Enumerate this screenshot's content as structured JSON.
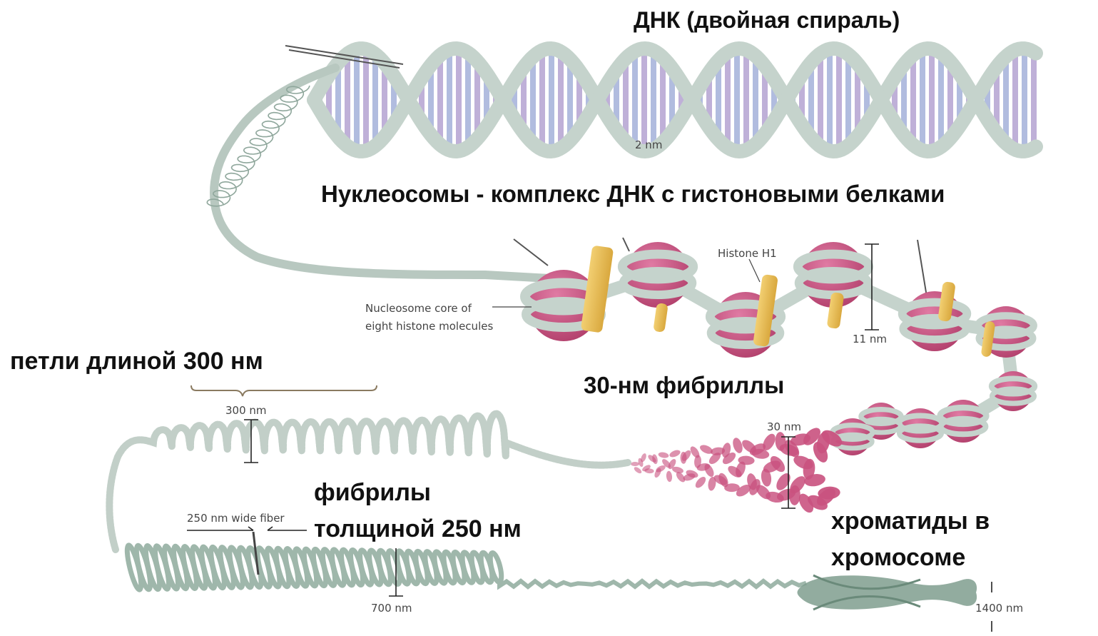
{
  "titles": {
    "dna": "ДНК (двойная спираль)",
    "nucleosomes": "Нуклеосомы - комплекс ДНК с гистоновыми белками",
    "loops": "петли длиной 300 нм",
    "fibrils30": "30-нм фибриллы",
    "fibrils250_line1": "фибрилы",
    "fibrils250_line2": "толщиной 250 нм",
    "chromatids_line1": "хроматиды в",
    "chromatids_line2": "хромосоме"
  },
  "labels": {
    "dna_width": "2 nm",
    "histone": "Histone H1",
    "core_line1": "Nucleosome core of",
    "core_line2": "eight histone molecules",
    "nucleosome_width": "11 nm",
    "loop_length": "300 nm",
    "fiber30_width": "30 nm",
    "fiber250": "250 nm wide fiber",
    "coil_width": "700 nm",
    "chromosome_width": "1400 nm"
  },
  "colors": {
    "strand": "#c5d3cc",
    "strand_dark": "#8fa79c",
    "base_pair_a": "#b9a8d4",
    "base_pair_b": "#a9b5dc",
    "histone_core": "#c9527f",
    "histone_h1": "#e8c15a",
    "chromosome": "#7f9e8e"
  }
}
